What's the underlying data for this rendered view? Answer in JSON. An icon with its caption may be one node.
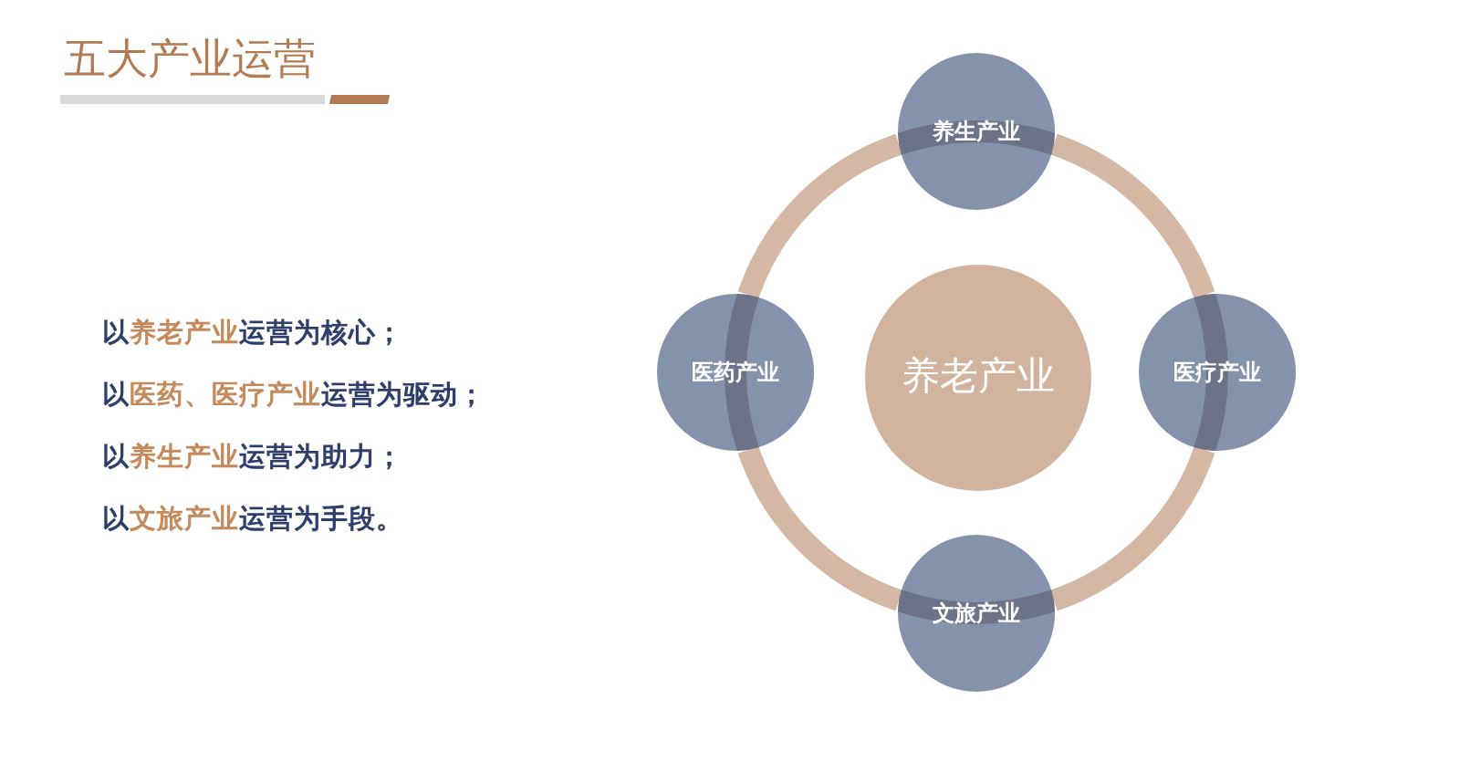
{
  "diagram": {
    "title": "五大产业运营",
    "nodes": [
      {
        "text": [
          "养生产业"
        ]
      },
      {
        "text": [
          "医药产业"
        ]
      },
      {
        "text": [
          "养老产业"
        ]
      },
      {
        "text": [
          "医疗产业"
        ]
      },
      {
        "text": [
          "文旅产业"
        ]
      }
    ],
    "edges": [
      {
        "from": 0,
        "to": 3,
        "arrow": "none"
      },
      {
        "from": 3,
        "to": 4,
        "arrow": "none"
      },
      {
        "from": 4,
        "to": 1,
        "arrow": "none"
      },
      {
        "from": 1,
        "to": 0,
        "arrow": "none"
      }
    ],
    "labels": [
      "以**养老产业**运营为核心；",
      "以**医药、医疗产业**运营为驱动；",
      "以**养生产业**运营为助力；",
      "以**文旅产业**运营为手段。"
    ]
  }
}
